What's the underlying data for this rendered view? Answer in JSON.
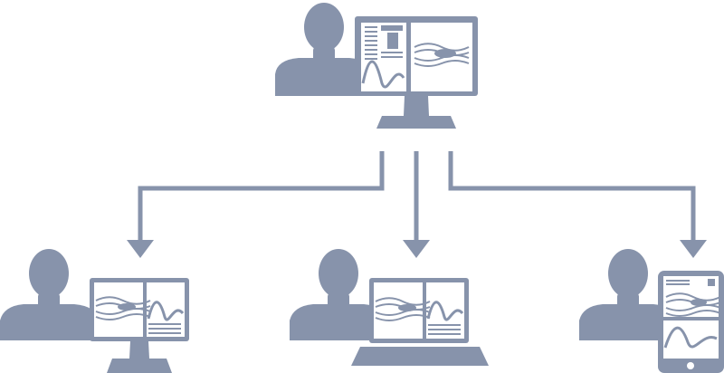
{
  "colors": {
    "icon": "#8793ab",
    "screen": "#ffffff",
    "background": "#ffffff"
  },
  "nodes": {
    "host": {
      "icons": [
        "person-icon",
        "desktop-monitor-icon"
      ]
    },
    "viewers": [
      {
        "icons": [
          "person-icon",
          "desktop-monitor-icon"
        ]
      },
      {
        "icons": [
          "person-icon",
          "laptop-icon"
        ]
      },
      {
        "icons": [
          "person-icon",
          "tablet-icon"
        ]
      }
    ]
  },
  "edges": [
    {
      "from": "host",
      "to": "viewer-desktop"
    },
    {
      "from": "host",
      "to": "viewer-laptop"
    },
    {
      "from": "host",
      "to": "viewer-tablet"
    }
  ]
}
